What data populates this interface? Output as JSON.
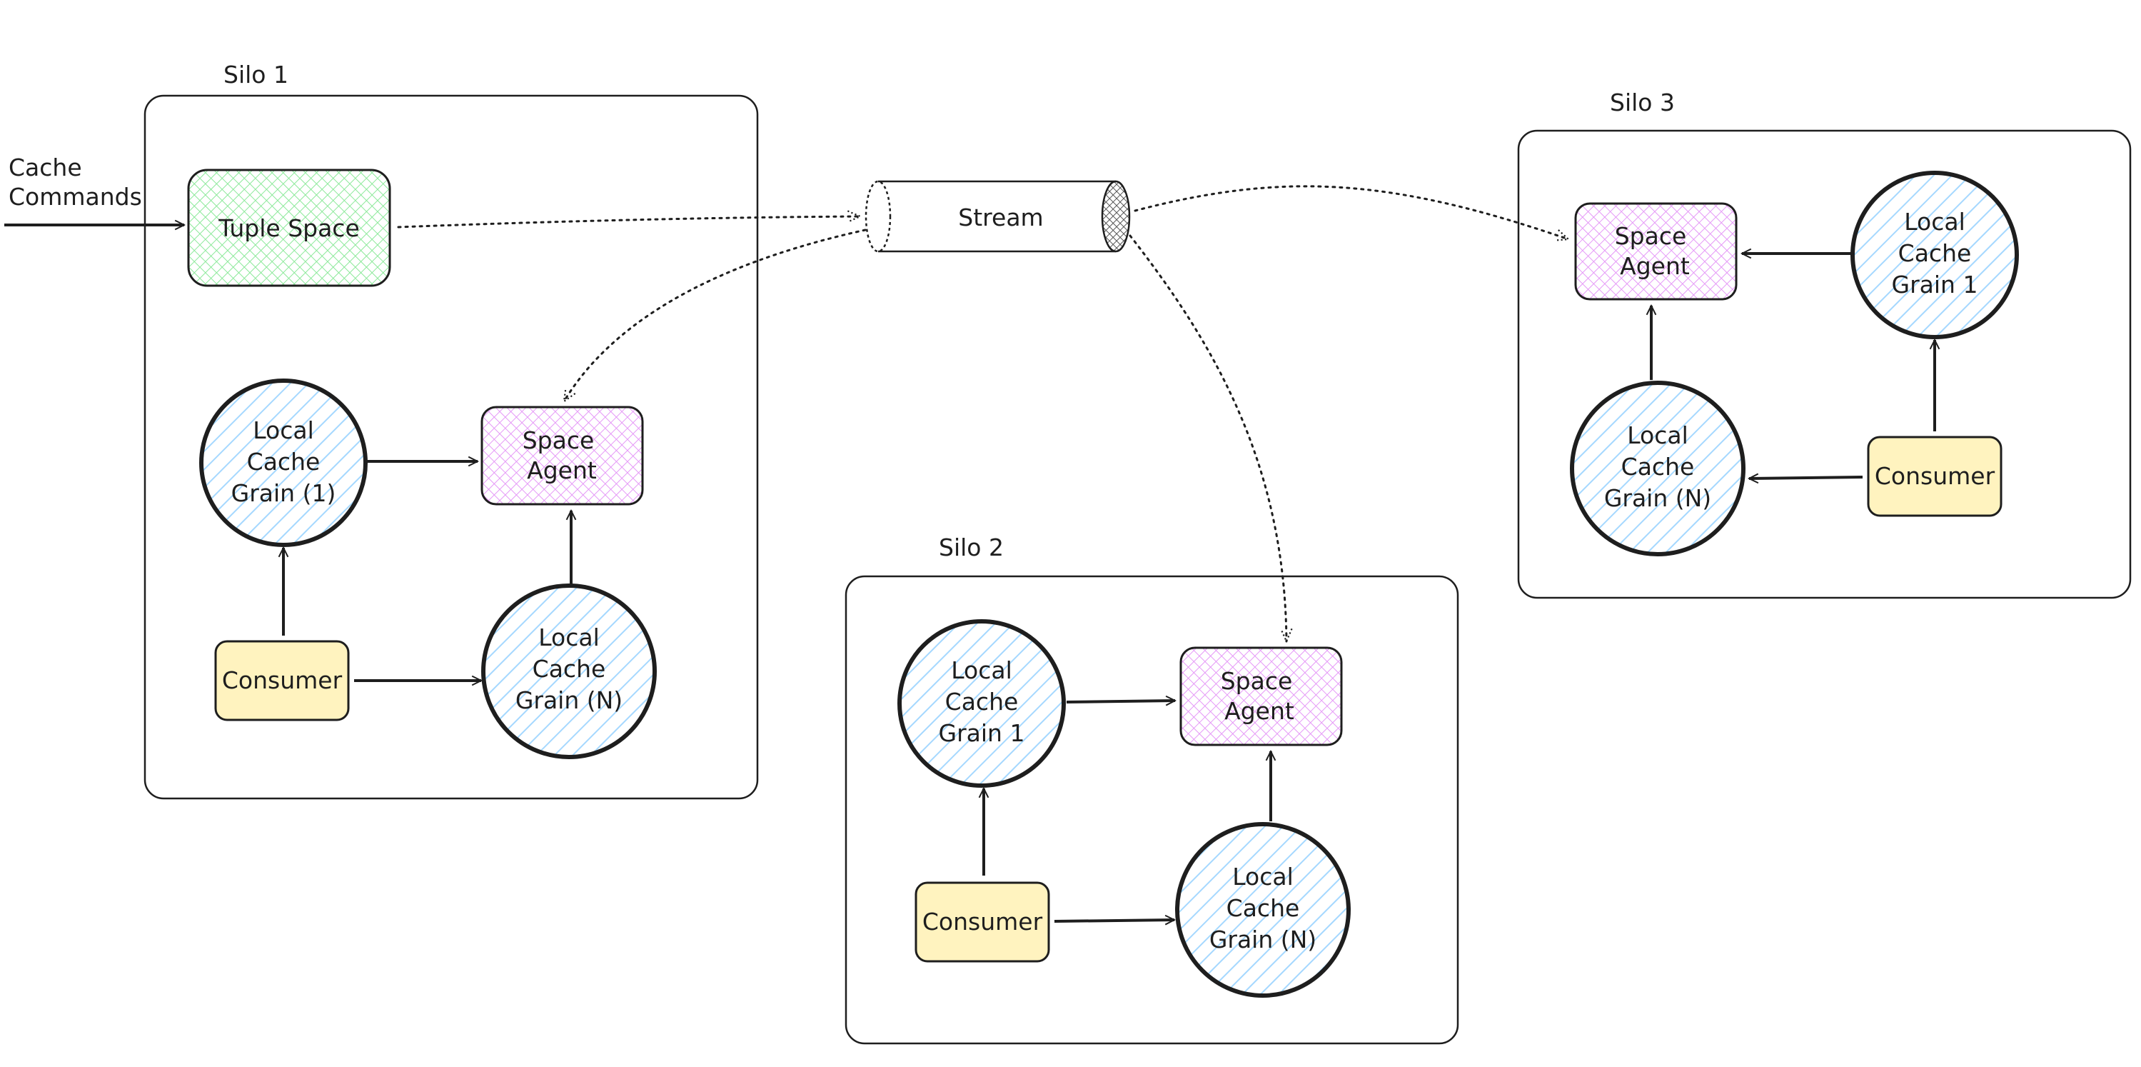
{
  "input": {
    "label_line1": "Cache",
    "label_line2": "Commands"
  },
  "stream": {
    "label": "Stream"
  },
  "silo1": {
    "title": "Silo 1",
    "tuple_space": "Tuple Space",
    "space_agent": [
      "Space",
      "Agent"
    ],
    "grain_top": [
      "Local",
      "Cache",
      "Grain (1)"
    ],
    "grain_bottom": [
      "Local",
      "Cache",
      "Grain (N)"
    ],
    "consumer": "Consumer"
  },
  "silo2": {
    "title": "Silo 2",
    "space_agent": [
      "Space",
      "Agent"
    ],
    "grain_top": [
      "Local",
      "Cache",
      "Grain 1"
    ],
    "grain_bottom": [
      "Local",
      "Cache",
      "Grain (N)"
    ],
    "consumer": "Consumer"
  },
  "silo3": {
    "title": "Silo 3",
    "space_agent": [
      "Space",
      "Agent"
    ],
    "grain_top": [
      "Local",
      "Cache",
      "Grain 1"
    ],
    "grain_bottom": [
      "Local",
      "Cache",
      "Grain (N)"
    ],
    "consumer": "Consumer"
  },
  "colors": {
    "tuple_fill": "#b2f2bb",
    "agent_fill": "#eebefa",
    "grain_fill": "#a5d8ff",
    "consumer_fill": "#ffec99",
    "stroke": "#1e1e1e"
  }
}
